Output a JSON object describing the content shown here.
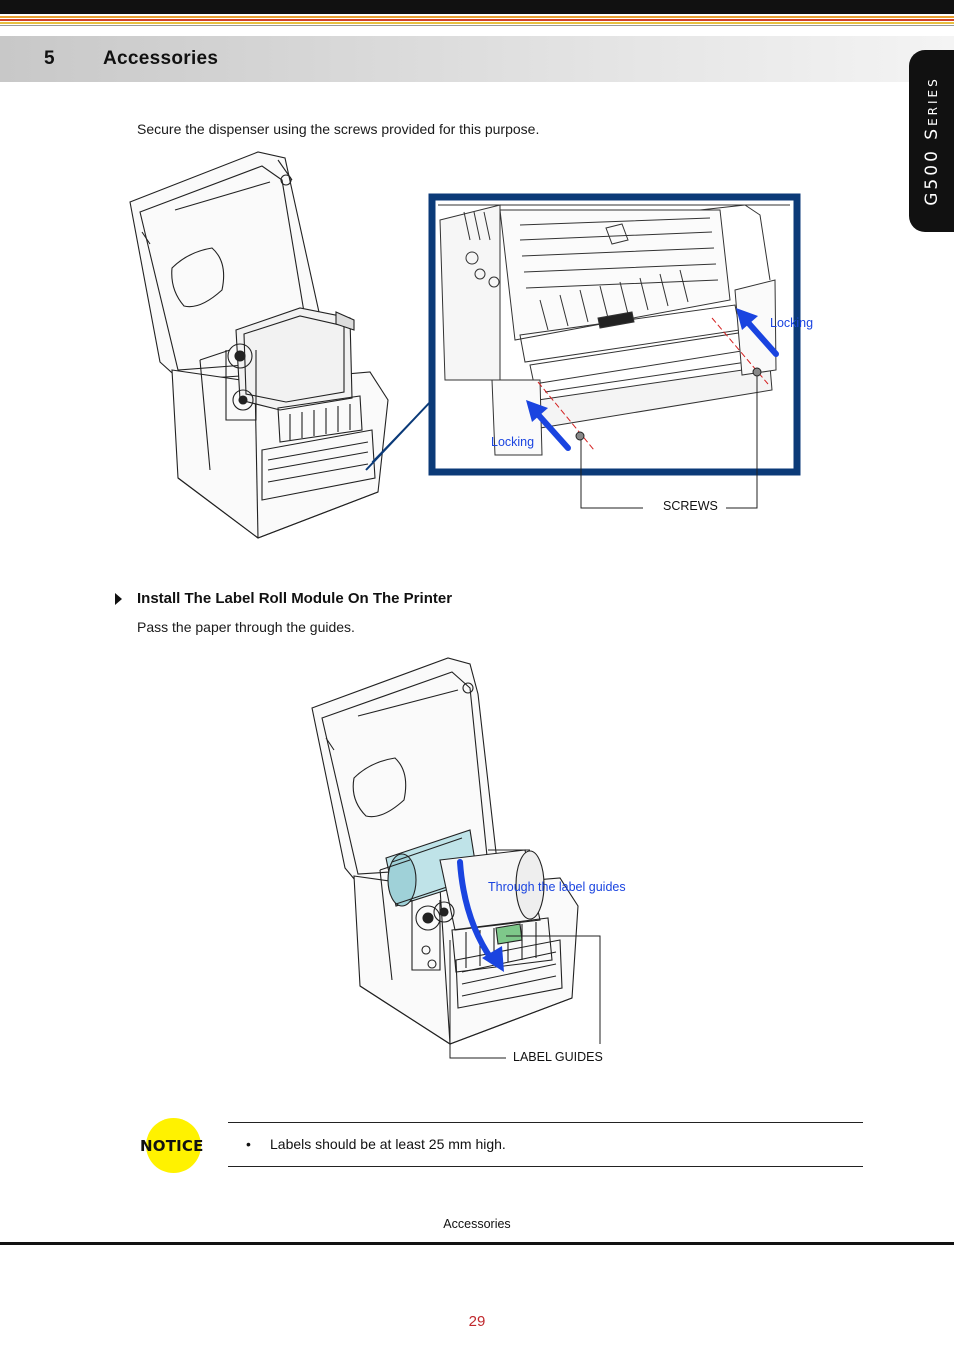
{
  "section": {
    "number": "5",
    "title": "Accessories"
  },
  "side_tab": {
    "label": "G500 Series"
  },
  "intro_text": "Secure the dispenser using the screws provided for this purpose.",
  "figure1": {
    "callouts": {
      "locking_right": "Locking",
      "locking_left": "Locking",
      "screws": "SCREWS"
    }
  },
  "subsection": {
    "title": "Install The Label Roll Module On The Printer",
    "text": "Pass the paper through the guides."
  },
  "figure2": {
    "callouts": {
      "through_guides": "Through the label guides",
      "label_guides": "LABEL GUIDES"
    }
  },
  "notice": {
    "badge": "NOTICE",
    "items": [
      "Labels should be at least 25 mm high."
    ]
  },
  "footer": {
    "label": "Accessories",
    "page": "29"
  },
  "colors": {
    "accent_blue": "#1a44e0",
    "inset_frame": "#0b3a78",
    "notice_yellow": "#fff200",
    "page_number": "#c0282d"
  }
}
